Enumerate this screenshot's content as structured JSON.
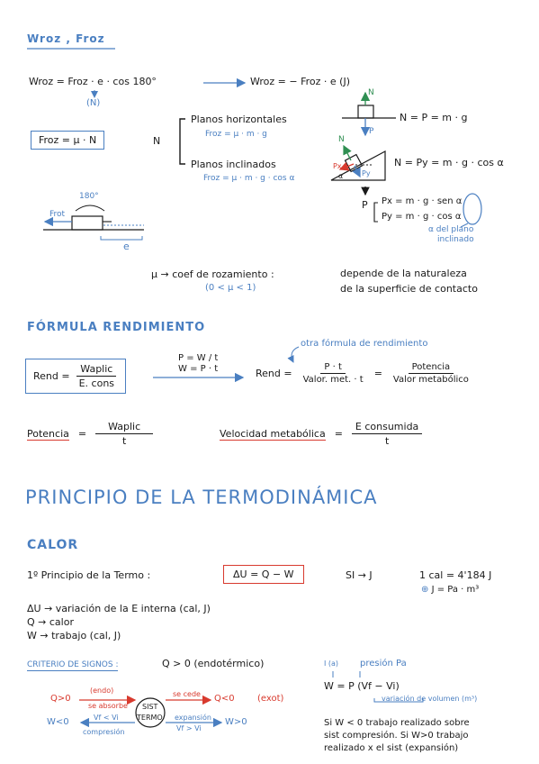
{
  "section1": {
    "title": "Wroz , Froz",
    "formula_wroz": "Wroz = Froz · e · cos 180°",
    "formula_wroz_result": "Wroz = − Froz · e (J)",
    "unit_n": "(N)",
    "froz_box": "Froz = μ · N",
    "n_label": "N",
    "planos_horizontales": "Planos horizontales",
    "froz_horizontal": "Froz = μ · m · g",
    "planos_inclinados": "Planos inclinados",
    "froz_inclinado": "Froz = μ · m · g · cos α",
    "n_equals_p": "N = P = m · g",
    "n_equals_py": "N = Py = m · g · cos α",
    "label_n_top": "N",
    "label_p": "P",
    "label_n_incl": "N",
    "label_px": "Px",
    "label_py": "Py",
    "label_alpha": "α",
    "label_p_below": "P",
    "px_formula": "Px = m · g · sen α",
    "py_formula": "Py = m · g · cos α",
    "alpha_note_1": "α del plano",
    "alpha_note_2": "inclinado",
    "angle_180": "180°",
    "frot_label": "Frot",
    "e_label": "e",
    "mu_coef": "μ → coef de rozamiento :",
    "mu_range": "(0 < μ < 1)",
    "depende_1": "depende de la naturaleza",
    "depende_2": "de la superficie de contacto"
  },
  "section2": {
    "title": "Fórmula rendimiento",
    "rend_box": "Rend =",
    "waplic": "Waplic",
    "econs": "E. cons",
    "p_eq": "P = W / t",
    "w_eq": "W = P · t",
    "otra_formula": "otra fórmula de rendimiento",
    "rend_eq": "Rend =",
    "p_t": "P · t",
    "valor_met_t": "Valor. met. · t",
    "equals": "=",
    "potencia": "Potencia",
    "valor_metabolico": "Valor metabólico",
    "potencia_label": "Potencia",
    "potencia_num": "Waplic",
    "potencia_den": "t",
    "velocidad_label": "Velocidad metabólica",
    "velocidad_num": "E consumida",
    "velocidad_den": "t"
  },
  "section3": {
    "title": "Principio de la Termodinámica",
    "subtitle": "Calor",
    "primer_principio": "1º Principio de la Termo :",
    "formula_box": "ΔU = Q − W",
    "si_j": "SI → J",
    "cal_eq": "1 cal = 4'184 J",
    "j_eq": "J = Pa · m³",
    "delta_u": "ΔU → variación de la E interna (cal, J)",
    "q_calor": "Q → calor",
    "w_trabajo": "W → trabajo (cal, J)",
    "criterio_label": "Criterio de signos :",
    "criterio_value": "Q > 0 (endotérmico)",
    "presion_label_si": "I (a)",
    "presion_label": "presión Pa",
    "w_formula": "W = P (Vf − Vi)",
    "variacion_volumen": "variación de volumen (m³)",
    "q_pos": "Q>0",
    "endo": "(endo)",
    "se_absorbe": "se absorbe",
    "sist_1": "SIST",
    "sist_2": "TERMO",
    "se_cede": "se cede",
    "q_neg": "Q<0",
    "exot": "(exot)",
    "w_neg": "W<0",
    "vf_lt_vi": "Vf < Vi",
    "compresion": "compresión",
    "expansion": "expansión",
    "vf_gt_vi": "Vf > Vi",
    "w_pos": "W>0",
    "note_1": "Si W < 0 trabajo realizado sobre",
    "note_2": "sist compresión. Si W>0 trabajo",
    "note_3": "realizado x el sist (expansión)"
  },
  "colors": {
    "accent_blue": "#4a7fc1",
    "red": "#d83a2e",
    "green": "#2f8f52",
    "text": "#1a1a1a"
  }
}
